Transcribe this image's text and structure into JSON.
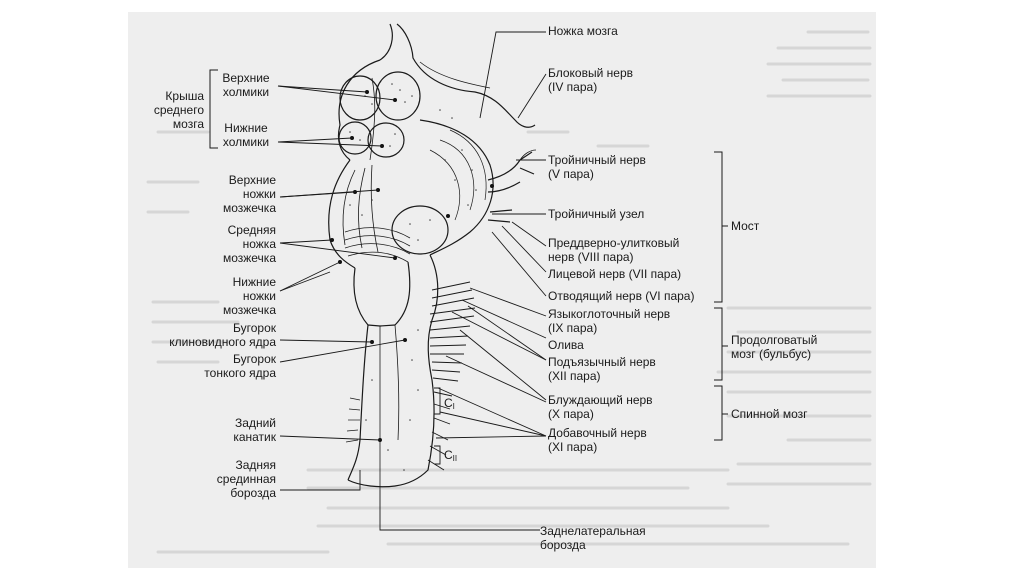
{
  "labels": {
    "nozhka_mozga": "Ножка мозга",
    "blokovyi_1": "Блоковый нерв",
    "blokovyi_2": "(IV пара)",
    "troinichnyi_1": "Тройничный нерв",
    "troinichnyi_2": "(V пара)",
    "troinichnyi_uzel": "Тройничный узел",
    "predd_1": "Преддверно-улитковый",
    "predd_2": "нерв (VIII пара)",
    "licevoi": "Лицевой нерв (VII пара)",
    "otvod": "Отводящий нерв (VI пара)",
    "yazyk_1": "Языкоглоточный нерв",
    "yazyk_2": "(IX пара)",
    "oliva": "Олива",
    "podyaz_1": "Подъязычный нерв",
    "podyaz_2": "(XII пара)",
    "bluzh_1": "Блуждающий нерв",
    "bluzh_2": "(X пара)",
    "dobav_1": "Добавочный нерв",
    "dobav_2": "(XI пара)",
    "zadnelat_1": "Заднелатеральная",
    "zadnelat_2": "борозда",
    "most": "Мост",
    "prodolg_1": "Продолговатый",
    "prodolg_2": "мозг (бульбус)",
    "spinnoi": "Спинной мозг",
    "krysha_1": "Крыша",
    "krysha_2": "среднего",
    "krysha_3": "мозга",
    "verh_holm_1": "Верхние",
    "verh_holm_2": "холмики",
    "nizh_holm_1": "Нижние",
    "nizh_holm_2": "холмики",
    "verh_nozh_1": "Верхние",
    "verh_nozh_2": "ножки",
    "verh_nozh_3": "мозжечка",
    "sred_nozh_1": "Средняя",
    "sred_nozh_2": "ножка",
    "sred_nozh_3": "мозжечка",
    "nizh_nozh_1": "Нижние",
    "nizh_nozh_2": "ножки",
    "nizh_nozh_3": "мозжечка",
    "bug_klin_1": "Бугорок",
    "bug_klin_2": "клиновидного ядра",
    "bug_ton_1": "Бугорок",
    "bug_ton_2": "тонкого ядра",
    "zad_kan_1": "Задний",
    "zad_kan_2": "канатик",
    "zad_bor_1": "Задняя",
    "zad_bor_2": "срединная",
    "zad_bor_3": "борозда",
    "c1_letter": "C",
    "c1_sub": "I",
    "c2_letter": "C",
    "c2_sub": "II"
  },
  "colors": {
    "ink": "#1a1a1a",
    "scan": "#eeeeee",
    "ghost_text": "#c4c4c4"
  }
}
